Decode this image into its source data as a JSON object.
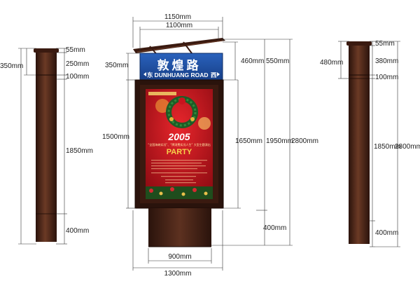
{
  "sign": {
    "title_cn": "敦煌路",
    "title_en_prefix": "东",
    "title_en": "DUNHUANG ROAD",
    "title_en_suffix": "西",
    "color_blue": "#1b4fa3"
  },
  "poster": {
    "year": "2005",
    "line": "“全国海峡实况”、“牌消费实况人生” 大型主题演出",
    "headline": "PARTY",
    "color_red": "#c8141e"
  },
  "dimensions": {
    "w_1150": "1150mm",
    "w_1100": "1100mm",
    "w_900": "900mm",
    "w_1300": "1300mm",
    "left_350": "350mm",
    "left_1500": "1500mm",
    "right_460": "460mm",
    "right_550": "550mm",
    "right_1650": "1650mm",
    "right_1950": "1950mm",
    "right_2800": "2800mm",
    "right_400": "400mm",
    "p1_350": "350mm",
    "p1_55": "55mm",
    "p1_250": "250mm",
    "p1_100": "100mm",
    "p1_1850": "1850mm",
    "p1_400": "400mm",
    "p2_480": "480mm",
    "p2_55": "55mm",
    "p2_380": "380mm",
    "p2_100": "100mm",
    "p2_1850": "1850mm",
    "p2_2800": "2800mm",
    "p2_400": "400mm"
  }
}
